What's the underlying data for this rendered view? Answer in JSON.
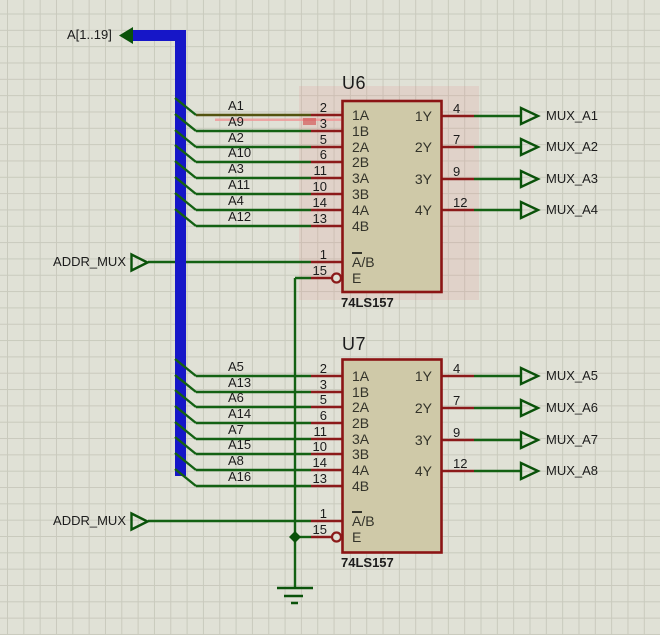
{
  "schematic": {
    "bus": {
      "label": "A[1..19]"
    },
    "colors": {
      "background": "#e0e1d6",
      "grid_line": "#c9cabd",
      "wire_green": "#136113",
      "symbol_green": "#0a520a",
      "pin_red": "#8b1a1a",
      "chip_body": "#cfc9a8",
      "chip_border": "#8b1414",
      "bus_blue": "#1616c8",
      "selection_highlight": "#e9b7b7"
    },
    "chips": [
      {
        "ref": "U6",
        "part": "74LS157",
        "select_net": "ADDR_MUX",
        "left_pins": [
          {
            "num": "2",
            "label": "1A",
            "net": "A1"
          },
          {
            "num": "3",
            "label": "1B",
            "net": "A9"
          },
          {
            "num": "5",
            "label": "2A",
            "net": "A2"
          },
          {
            "num": "6",
            "label": "2B",
            "net": "A10"
          },
          {
            "num": "11",
            "label": "3A",
            "net": "A3"
          },
          {
            "num": "10",
            "label": "3B",
            "net": "A11"
          },
          {
            "num": "14",
            "label": "4A",
            "net": "A4"
          },
          {
            "num": "13",
            "label": "4B",
            "net": "A12"
          },
          {
            "num": "1",
            "label": "A/B"
          },
          {
            "num": "15",
            "label": "E"
          }
        ],
        "right_pins": [
          {
            "num": "4",
            "label": "1Y",
            "net": "MUX_A1"
          },
          {
            "num": "7",
            "label": "2Y",
            "net": "MUX_A2"
          },
          {
            "num": "9",
            "label": "3Y",
            "net": "MUX_A3"
          },
          {
            "num": "12",
            "label": "4Y",
            "net": "MUX_A4"
          }
        ]
      },
      {
        "ref": "U7",
        "part": "74LS157",
        "select_net": "ADDR_MUX",
        "left_pins": [
          {
            "num": "2",
            "label": "1A",
            "net": "A5"
          },
          {
            "num": "3",
            "label": "1B",
            "net": "A13"
          },
          {
            "num": "5",
            "label": "2A",
            "net": "A6"
          },
          {
            "num": "6",
            "label": "2B",
            "net": "A14"
          },
          {
            "num": "11",
            "label": "3A",
            "net": "A7"
          },
          {
            "num": "10",
            "label": "3B",
            "net": "A15"
          },
          {
            "num": "14",
            "label": "4A",
            "net": "A8"
          },
          {
            "num": "13",
            "label": "4B",
            "net": "A16"
          },
          {
            "num": "1",
            "label": "A/B"
          },
          {
            "num": "15",
            "label": "E"
          }
        ],
        "right_pins": [
          {
            "num": "4",
            "label": "1Y",
            "net": "MUX_A5"
          },
          {
            "num": "7",
            "label": "2Y",
            "net": "MUX_A6"
          },
          {
            "num": "9",
            "label": "3Y",
            "net": "MUX_A7"
          },
          {
            "num": "12",
            "label": "4Y",
            "net": "MUX_A8"
          }
        ]
      }
    ]
  }
}
